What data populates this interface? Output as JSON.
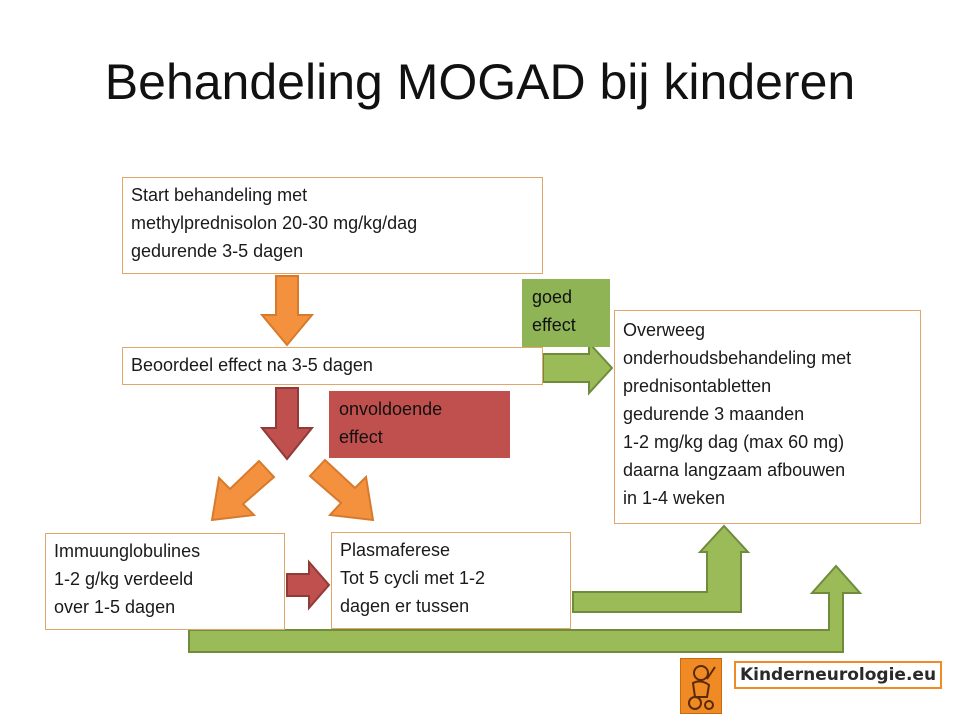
{
  "title": "Behandeling MOGAD bij kinderen",
  "boxes": {
    "start": [
      "Start behandeling met",
      "methylprednisolon 20-30 mg/kg/dag",
      "gedurende 3-5 dagen"
    ],
    "evaluate": [
      "Beoordeel effect na 3-5 dagen"
    ],
    "maintenance": [
      "Overweeg",
      "onderhoudsbehandeling met",
      "prednisontabletten",
      "gedurende 3 maanden",
      "1-2 mg/kg dag (max 60 mg)",
      "daarna langzaam afbouwen",
      "in 1-4 weken"
    ],
    "immunoglobulins": [
      "Immuunglobulines",
      "1-2 g/kg verdeeld",
      "over 1-5 dagen"
    ],
    "plasmapheresis": [
      "Plasmaferese",
      "Tot 5 cycli met 1-2",
      "dagen er tussen"
    ]
  },
  "labels": {
    "good_effect": [
      "goed",
      "effect"
    ],
    "insufficient_effect": [
      "onvoldoende",
      "effect"
    ]
  },
  "logo": {
    "site_name": "Kinderneurologie.eu"
  },
  "colors": {
    "orange_arrow": "#f4913f",
    "red_arrow": "#c0504d",
    "green_arrow": "#9bbb59",
    "box_border": "#e3a66a"
  }
}
